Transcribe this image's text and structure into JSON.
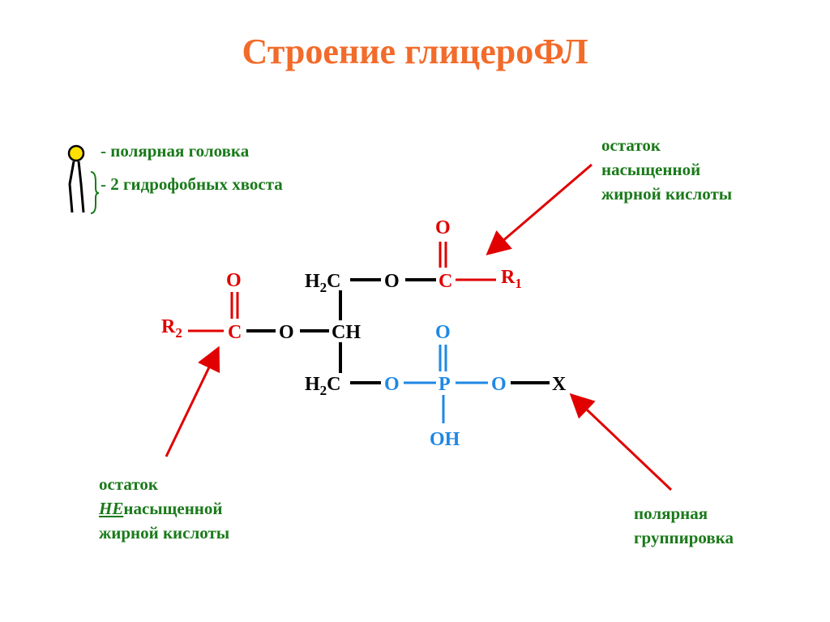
{
  "title": "Строение глицероФЛ",
  "legend": {
    "head": "- полярная головка",
    "tails": "- 2 гидрофобных хвоста"
  },
  "notes": {
    "saturated": [
      "остаток",
      "насыщенной",
      "жирной кислоты"
    ],
    "unsaturated_prefix": "НЕ",
    "unsaturated_lines": [
      "остаток",
      "насыщенной",
      "жирной кислоты"
    ],
    "polar": [
      "полярная",
      "группировка"
    ]
  },
  "formula": {
    "o_top": "O",
    "h2c_top": "H",
    "h2c_sub": "2",
    "c_letter": "C",
    "o_link": "O",
    "c_carbonyl": "C",
    "r1": "R",
    "r1_sub": "1",
    "o_left": "O",
    "r2": "R",
    "r2_sub": "2",
    "c_left": "C",
    "o_mid": "O",
    "ch": "CH",
    "p_o_top": "O",
    "o_p_left": "O",
    "p": "P",
    "o_p_right": "O",
    "x": "X",
    "oh": "OH"
  },
  "colors": {
    "title": "#F26B2A",
    "green": "#1a7a1a",
    "red": "#E00000",
    "blue": "#1E88E5",
    "black": "#000000",
    "head_fill": "#FFE000"
  }
}
